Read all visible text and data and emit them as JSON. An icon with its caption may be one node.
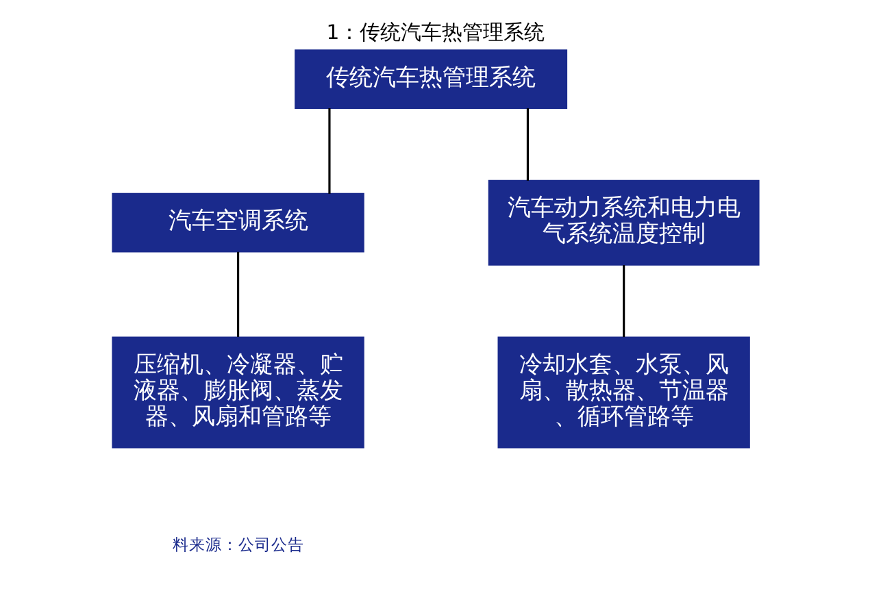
{
  "diagram": {
    "title": "1：传统汽车热管理系统",
    "caption": "料来源：公司公告",
    "nodes": [
      {
        "text": [
          "传统汽车热管理系统"
        ]
      },
      {
        "text": [
          "汽车空调系统"
        ]
      },
      {
        "text": [
          "汽车动力系统和电力电气系统温度控制"
        ]
      },
      {
        "text": [
          "压缩机、冷凝器、贮液器、膨胀阀、蒸发器、风扇和管路等"
        ]
      },
      {
        "text": [
          "冷却水套、水泵、风扇、散热器、节温器、循环管路等"
        ]
      }
    ],
    "edges": [
      {
        "from": 0,
        "to": 1,
        "arrow": "none"
      },
      {
        "from": 0,
        "to": 2,
        "arrow": "none"
      },
      {
        "from": 1,
        "to": 3,
        "arrow": "none"
      },
      {
        "from": 2,
        "to": 4,
        "arrow": "none"
      }
    ]
  }
}
